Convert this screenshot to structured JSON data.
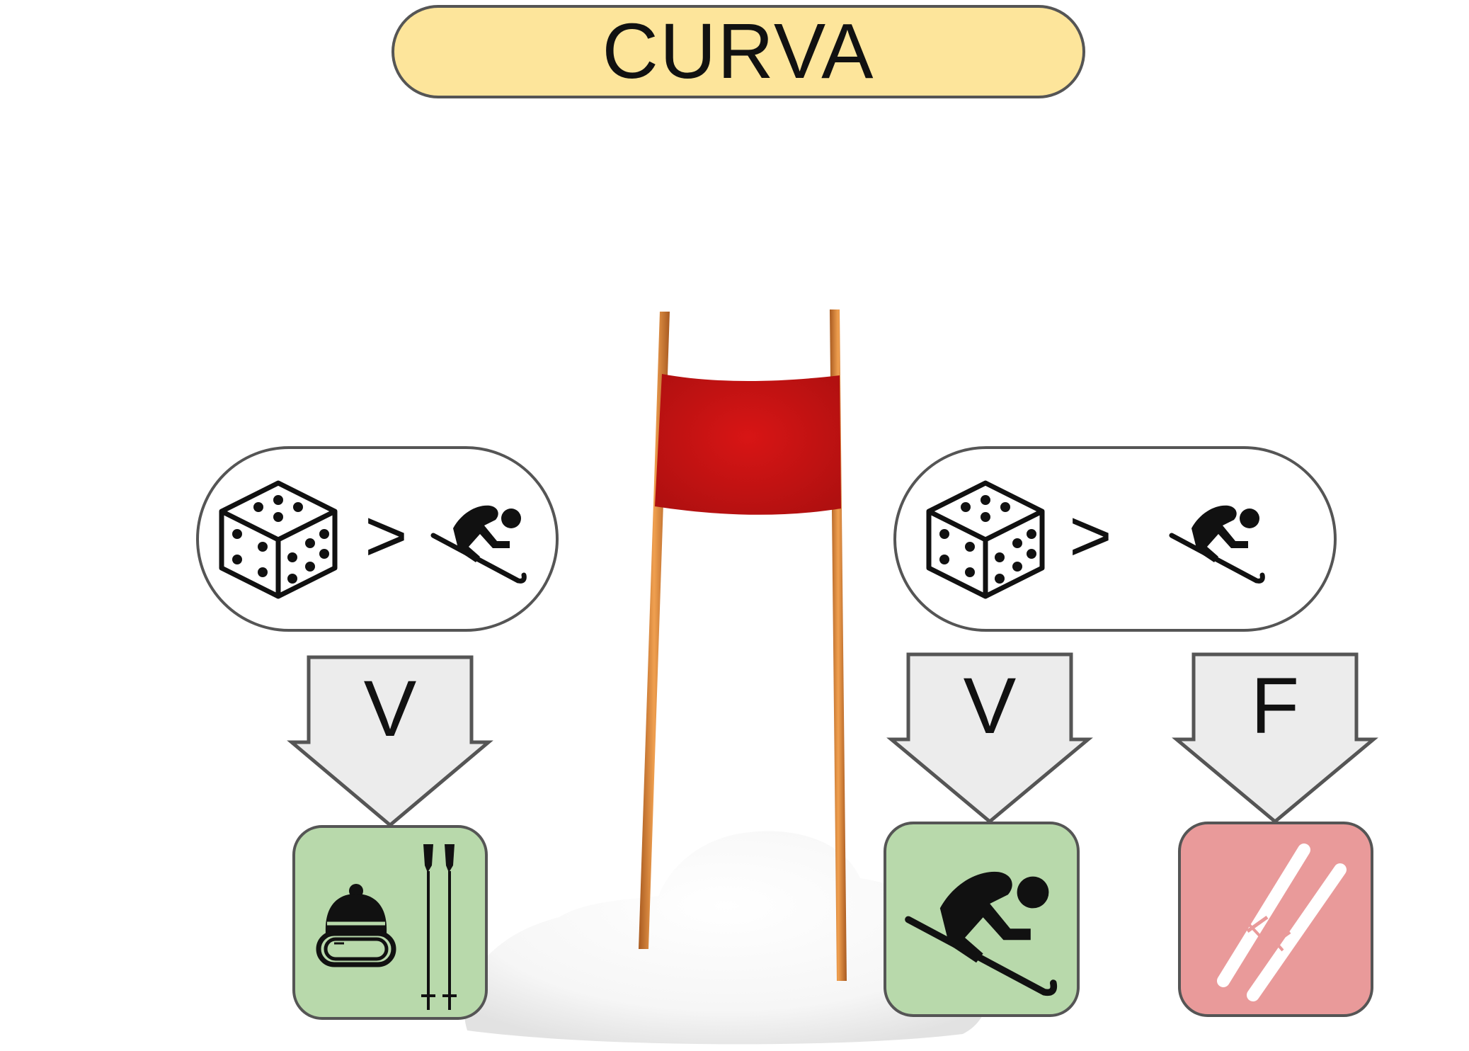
{
  "title": "CURVA",
  "condition_symbol": ">",
  "branches": [
    {
      "label": "V",
      "result": "helmet-goggles-poles"
    },
    {
      "label": "V",
      "result": "skier"
    },
    {
      "label": "F",
      "result": "crossed-skis"
    }
  ],
  "colors": {
    "title_fill": "#fde59b",
    "arrow_fill": "#ececec",
    "success_tile": "#b8d9ab",
    "failure_tile": "#e99a9a",
    "gate_banner": "#c81414",
    "gate_pole": "#d98a3a",
    "outline": "#555555"
  },
  "icons": [
    "dice-icon",
    "skier-icon",
    "helmet-goggles-icon",
    "ski-poles-icon",
    "crossed-skis-icon",
    "slalom-gate-icon",
    "snow-mound-icon"
  ]
}
